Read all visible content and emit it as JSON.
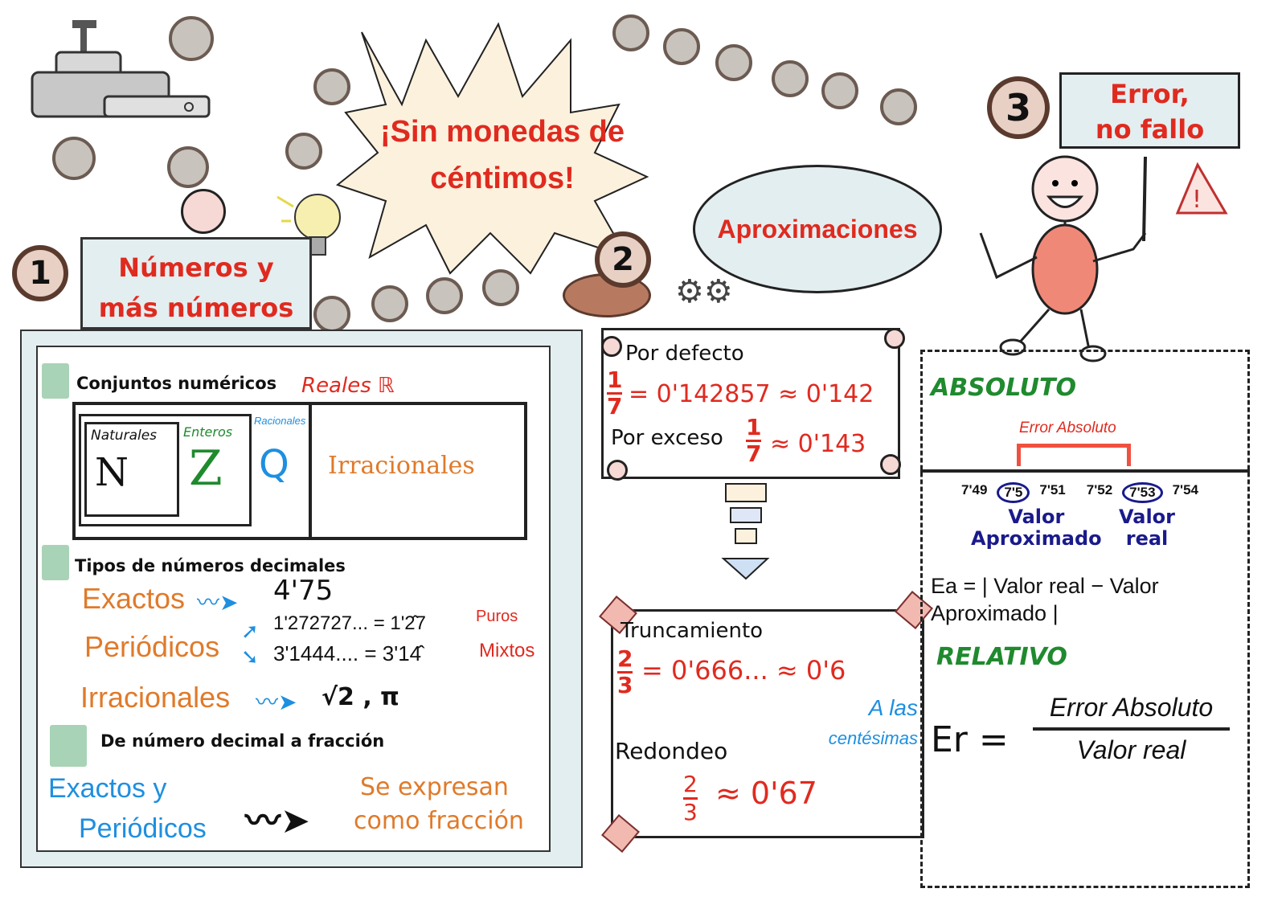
{
  "colors": {
    "red": "#e02a1f",
    "orange": "#e07a2a",
    "blue": "#1e8fe0",
    "navy": "#1a1a8c",
    "green": "#1f8a2e",
    "panel": "#e3eef0"
  },
  "section1": {
    "number": "1",
    "title_line1": "Números y",
    "title_line2": "más números"
  },
  "banner": {
    "line1": "¡Sin monedas de",
    "line2": "céntimos!"
  },
  "section2": {
    "number": "2",
    "title": "Aproximaciones"
  },
  "section3": {
    "number": "3",
    "title_line1": "Error,",
    "title_line2": "no fallo"
  },
  "left": {
    "conjuntos": {
      "heading": "Conjuntos numéricos",
      "reales": "Reales ℝ",
      "naturales_label": "Naturales",
      "naturales_symbol": "N",
      "enteros_label": "Enteros",
      "enteros_symbol": "Z",
      "racionales_label": "Racionales",
      "racionales_symbol": "Q",
      "irracionales": "Irracionales"
    },
    "tipos": {
      "heading": "Tipos de números decimales",
      "exactos": "Exactos",
      "exactos_example": "4'75",
      "periodicos": "Periódicos",
      "puro_example": "1'272727... = 1'2̂7",
      "puros": "Puros",
      "mixto_example": "3'1444.... = 3'14̂",
      "mixtos": "Mixtos",
      "irracionales": "Irracionales",
      "irracionales_example": "√2 , π"
    },
    "fraccion": {
      "heading": "De número decimal a fracción",
      "left_line1": "Exactos y",
      "left_line2": "Periódicos",
      "right_line1": "Se expresan",
      "right_line2": "como fracción"
    }
  },
  "middle": {
    "defecto_label": "Por defecto",
    "defecto_num": "1",
    "defecto_den": "7",
    "defecto_eq": "= 0'142857 ≈ 0'142",
    "exceso_label": "Por exceso",
    "exceso_num": "1",
    "exceso_den": "7",
    "exceso_eq": "≈ 0'143",
    "trunc_label": "Truncamiento",
    "trunc_num": "2",
    "trunc_den": "3",
    "trunc_eq": "= 0'666... ≈ 0'6",
    "redondeo_label": "Redondeo",
    "redondeo_num": "2",
    "redondeo_den": "3",
    "redondeo_eq": "≈ 0'67",
    "note_line1": "A las",
    "note_line2": "centésimas"
  },
  "right": {
    "absoluto": "ABSOLUTO",
    "bracket_label": "Error Absoluto",
    "ticks": [
      "7'49",
      "7'5",
      "7'51",
      "7'52",
      "7'53",
      "7'54"
    ],
    "valor_aprox_line1": "Valor",
    "valor_aprox_line2": "Aproximado",
    "valor_real_line1": "Valor",
    "valor_real_line2": "real",
    "ea_formula": "Ea = | Valor real − Valor Aproximado |",
    "relativo": "RELATIVO",
    "er_label": "Er =",
    "er_num": "Error Absoluto",
    "er_den": "Valor real"
  }
}
